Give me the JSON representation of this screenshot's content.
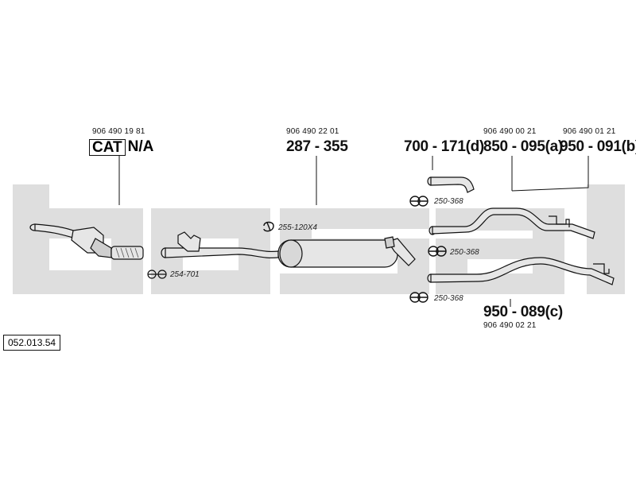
{
  "diagram_number": "052.013.54",
  "watermark": "bosal",
  "parts": {
    "catalytic": {
      "oem": "906 490 19 81",
      "cat_tag": "CAT",
      "part_no": "N/A"
    },
    "middle_silencer": {
      "oem": "906 490 22 01",
      "part_no": "287 - 355"
    },
    "tail_small": {
      "part_no": "700 - 171(d)"
    },
    "tail_a": {
      "oem": "906 490 00 21",
      "part_no": "850 - 095(a)"
    },
    "tail_b": {
      "oem": "906 490 01 21",
      "part_no": "950 - 091(b)"
    },
    "tail_c": {
      "oem": "906 490 02 21",
      "part_no": "950 - 089(c)"
    }
  },
  "accessories": {
    "gasket": "254-701",
    "bolt_kit": "255-120X4",
    "clamp_1": "250-368",
    "clamp_2": "250-368",
    "clamp_3": "250-368"
  },
  "icons": {
    "gasket": "gasket-icon",
    "bolt_kit": "bolt-kit-icon",
    "clamp": "clamp-icon"
  },
  "colors": {
    "watermark": "#dcdcdc",
    "ink": "#111111",
    "part_fill": "#e6e6e6"
  }
}
